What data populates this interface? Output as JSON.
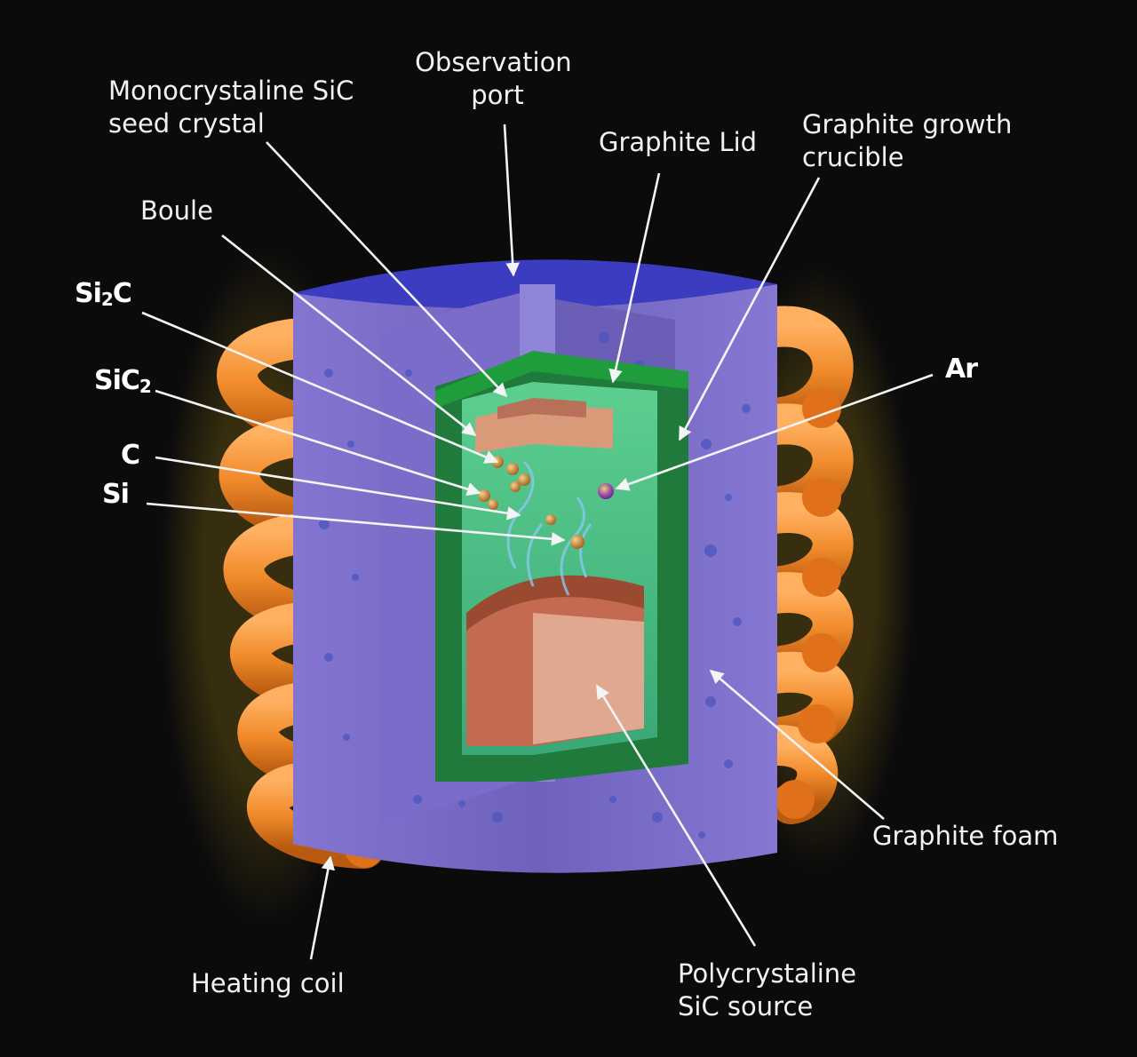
{
  "labels": {
    "observation_port": [
      "Observation",
      "port"
    ],
    "seed_crystal": [
      "Monocrystaline SiC",
      "seed crystal"
    ],
    "graphite_lid": "Graphite Lid",
    "growth_crucible": [
      "Graphite growth",
      "crucible"
    ],
    "boule": "Boule",
    "si2c": {
      "main": "Si",
      "sub": "2",
      "tail": "C"
    },
    "sic2": {
      "main": "SiC",
      "sub": "2"
    },
    "c": "C",
    "si": "Si",
    "ar": "Ar",
    "graphite_foam": "Graphite foam",
    "heating_coil": "Heating coil",
    "poly_source": [
      "Polycrystaline",
      "SiC source"
    ]
  },
  "colors": {
    "background": "#0b0b0c",
    "foam": "#7466c2",
    "foam_top": "#3c3cc0",
    "crucible": "#2a9a5c",
    "lid": "#1f8a3c",
    "coil": "#f08a2a",
    "boule": "#d89a78",
    "source": "#c46a50",
    "label": "#f2f2f2"
  }
}
